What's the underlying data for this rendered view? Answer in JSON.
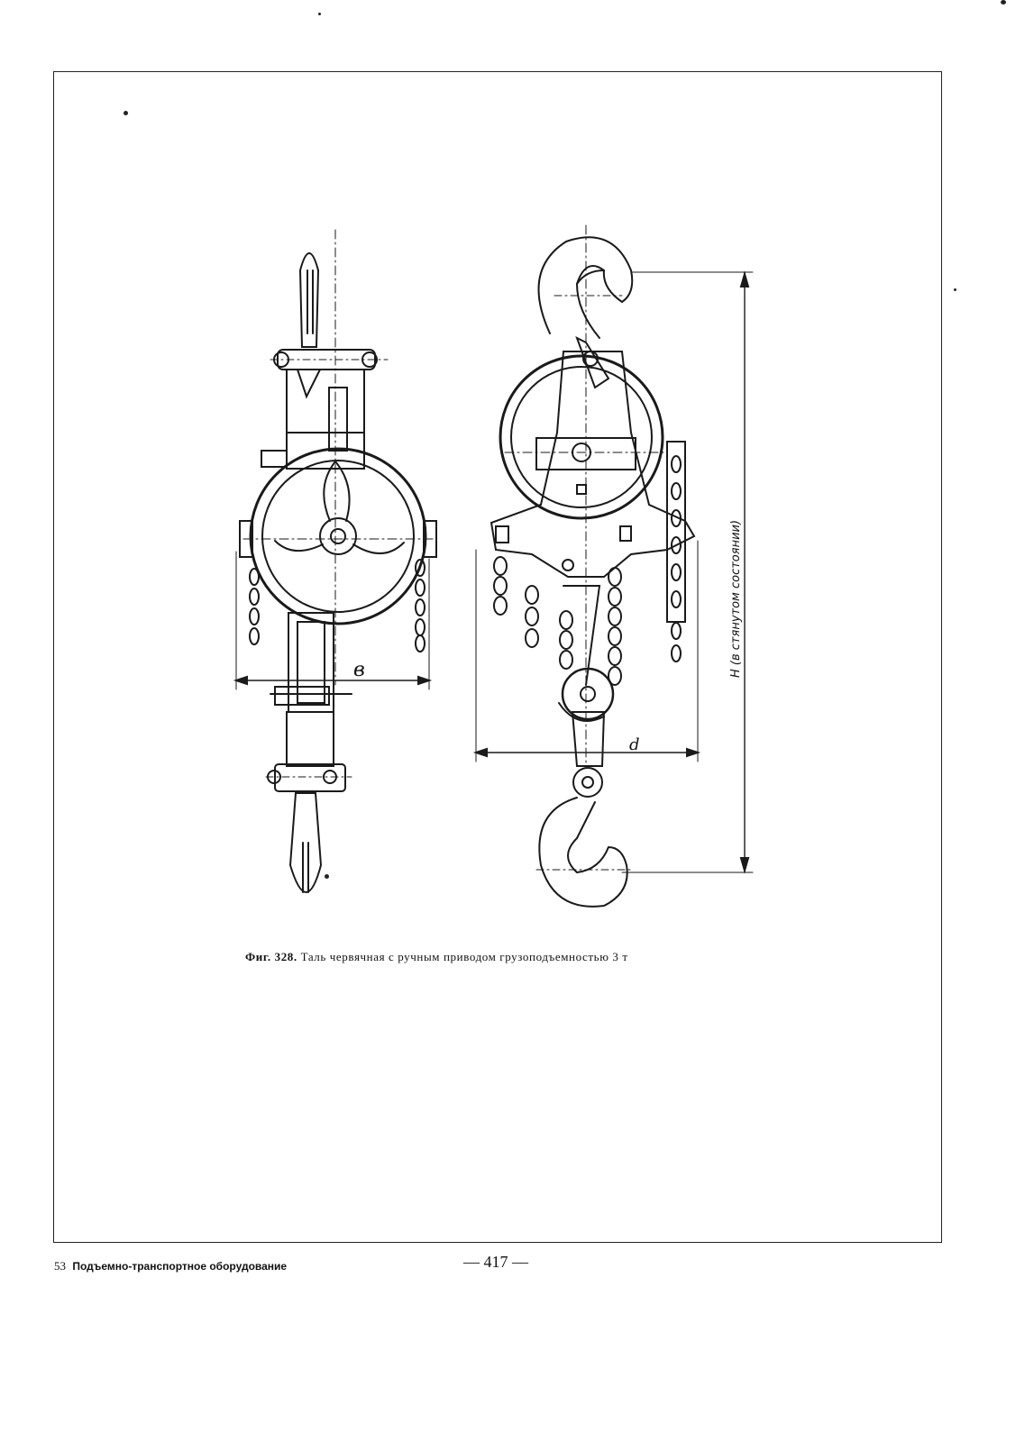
{
  "figure": {
    "label_b": "в",
    "label_d": "d",
    "label_h": "H (в стянутом состоянии)"
  },
  "caption": {
    "number": "Фиг. 328.",
    "text": "Таль червячная с ручным приводом грузоподъемностью 3 т"
  },
  "footer": {
    "signature_number": "53",
    "book_title": "Подъемно-транспортное оборудование",
    "page_number": "— 417 —"
  }
}
